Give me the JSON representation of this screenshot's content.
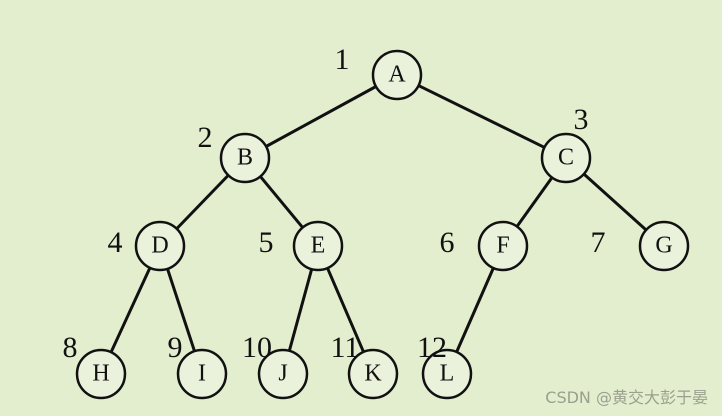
{
  "tree": {
    "nodes": [
      {
        "id": "A",
        "index": "1"
      },
      {
        "id": "B",
        "index": "2"
      },
      {
        "id": "C",
        "index": "3"
      },
      {
        "id": "D",
        "index": "4"
      },
      {
        "id": "E",
        "index": "5"
      },
      {
        "id": "F",
        "index": "6"
      },
      {
        "id": "G",
        "index": "7"
      },
      {
        "id": "H",
        "index": "8"
      },
      {
        "id": "I",
        "index": "9"
      },
      {
        "id": "J",
        "index": "10"
      },
      {
        "id": "K",
        "index": "11"
      },
      {
        "id": "L",
        "index": "12"
      }
    ],
    "edges": [
      [
        "A",
        "B"
      ],
      [
        "A",
        "C"
      ],
      [
        "B",
        "D"
      ],
      [
        "B",
        "E"
      ],
      [
        "C",
        "F"
      ],
      [
        "C",
        "G"
      ],
      [
        "D",
        "H"
      ],
      [
        "D",
        "I"
      ],
      [
        "E",
        "J"
      ],
      [
        "E",
        "K"
      ],
      [
        "F",
        "L"
      ]
    ]
  },
  "watermark": "CSDN @黄交大彭于晏"
}
